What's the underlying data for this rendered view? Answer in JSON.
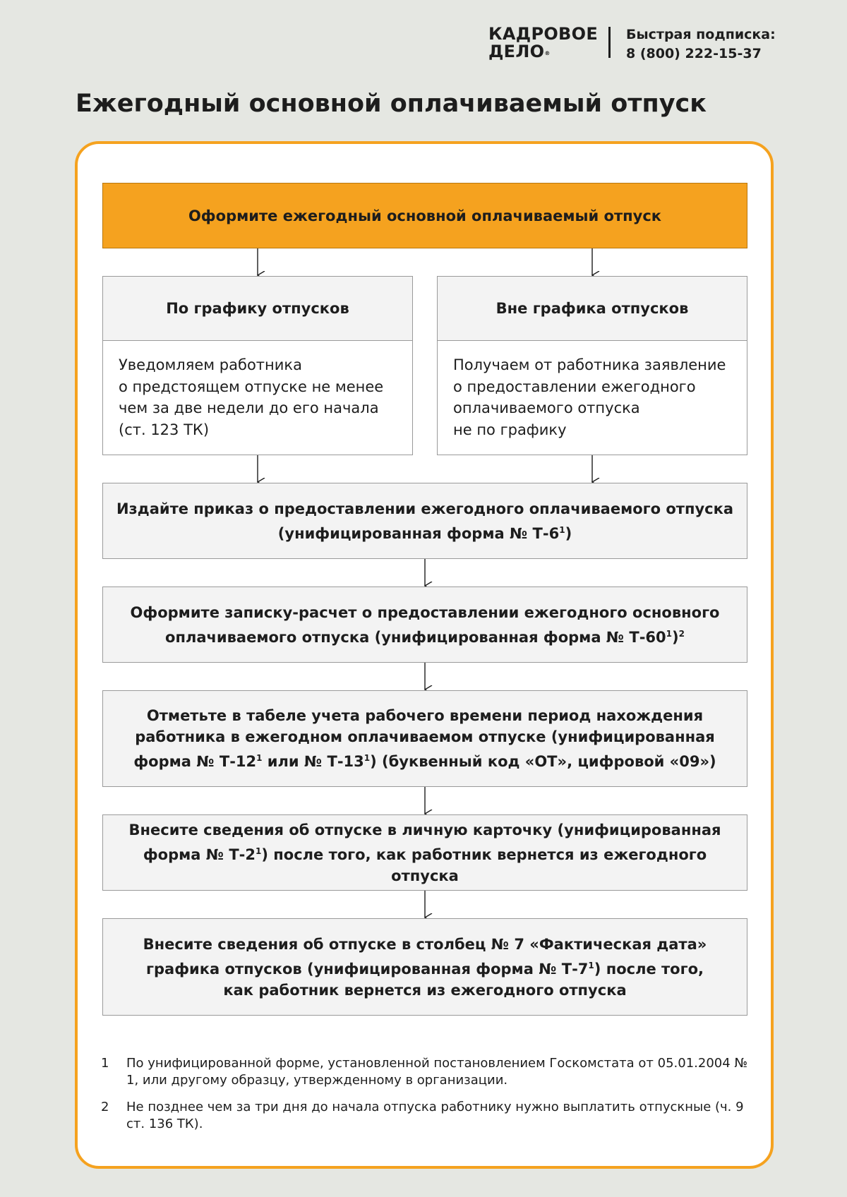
{
  "header": {
    "brand_line1": "КАДРОВОЕ",
    "brand_line2": "ДЕЛО",
    "brand_mark": "®",
    "subscribe_label": "Быстрая подписка:",
    "subscribe_phone": "8 (800) 222-15-37"
  },
  "title": "Ежегодный основной оплачиваемый отпуск",
  "flow": {
    "start": "Оформите ежегодный основной оплачиваемый отпуск",
    "branch_left": {
      "title": "По графику отпусков",
      "text": "Уведомляем работника\nо предстоящем отпуске не менее\nчем за две недели до его начала\n(ст. 123 ТК)"
    },
    "branch_right": {
      "title": "Вне графика отпусков",
      "text": "Получаем от работника заявление\nо предоставлении ежегодного\nоплачиваемого отпуска\nне по графику"
    },
    "step1": {
      "line1": "Издайте приказ о предоставлении ежегодного оплачиваемого отпуска",
      "line2": "(унифицированная форма № Т-6",
      "sup": "1",
      "tail": ")"
    },
    "step2": {
      "line1": "Оформите записку-расчет о предоставлении ежегодного основного",
      "line2": "оплачиваемого отпуска (унифицированная форма № Т-60",
      "sup": "1",
      "tail": ")",
      "sup2": "2"
    },
    "step3": {
      "line1": "Отметьте в табеле учета рабочего времени период нахождения",
      "line2": "работника в ежегодном оплачиваемом отпуске (унифицированная",
      "line3a": "форма № Т-12",
      "sup_a": "1",
      "line3b": " или № Т-13",
      "sup_b": "1",
      "line3c": ") (буквенный код «ОТ», цифровой «09»)"
    },
    "step4": {
      "line1": "Внесите сведения об отпуске в личную карточку (унифицированная",
      "line2a": "форма № Т-2",
      "sup": "1",
      "line2b": ") после того, как работник вернется из ежегодного отпуска"
    },
    "step5": {
      "line1": "Внесите сведения об отпуске в столбец № 7 «Фактическая дата»",
      "line2a": "графика отпусков (унифицированная форма № Т-7",
      "sup": "1",
      "line2b": ") после того,",
      "line3": "как работник вернется из ежегодного отпуска"
    }
  },
  "footnotes": [
    {
      "num": "1",
      "text": "По унифицированной форме, установленной постановлением Госкомстата от 05.01.2004 № 1, или другому образцу, утвержденному в организации."
    },
    {
      "num": "2",
      "text": "Не позднее чем за три дня до начала отпуска работнику нужно выплатить отпускные (ч. 9 ст. 136 ТК)."
    }
  ],
  "colors": {
    "accent": "#f5a21f",
    "box_fill": "#f3f3f3",
    "page_bg": "#e5e7e2"
  }
}
